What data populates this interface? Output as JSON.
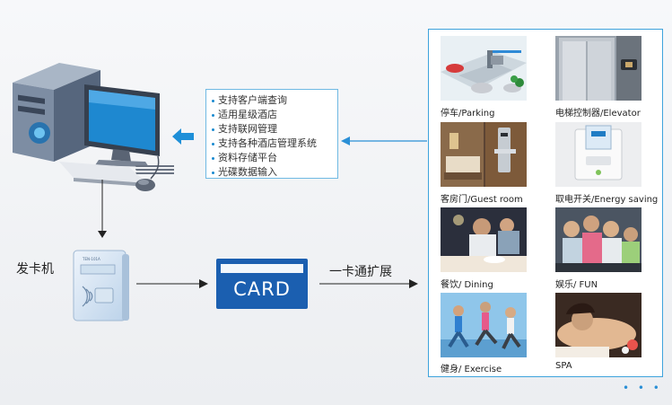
{
  "features": {
    "items": [
      "支持客户端查询",
      "适用星级酒店",
      "支持联网管理",
      "支持各种酒店管理系统",
      "资料存储平台",
      "光碟数据输入"
    ]
  },
  "labels": {
    "card_issuer": "发卡机",
    "card_text": "CARD",
    "extension": "一卡通扩展",
    "issuer_device_model": "TEN-101A"
  },
  "applications": [
    {
      "caption": "停车/Parking",
      "icon": "parking-photo"
    },
    {
      "caption": "电梯控制器/Elevator",
      "icon": "elevator-photo"
    },
    {
      "caption": "客房门/Guest room",
      "icon": "door-lock-photo"
    },
    {
      "caption": "取电开关/Energy saving",
      "icon": "energy-switch-photo"
    },
    {
      "caption": "餐饮/ Dining",
      "icon": "dining-photo"
    },
    {
      "caption": "娱乐/ FUN",
      "icon": "fun-photo"
    },
    {
      "caption": "健身/ Exercise",
      "icon": "exercise-photo"
    },
    {
      "caption": "SPA",
      "icon": "spa-photo"
    }
  ],
  "colors": {
    "accent": "#2a8fd6",
    "card": "#1b5fb0"
  },
  "more_dots": "• • •"
}
